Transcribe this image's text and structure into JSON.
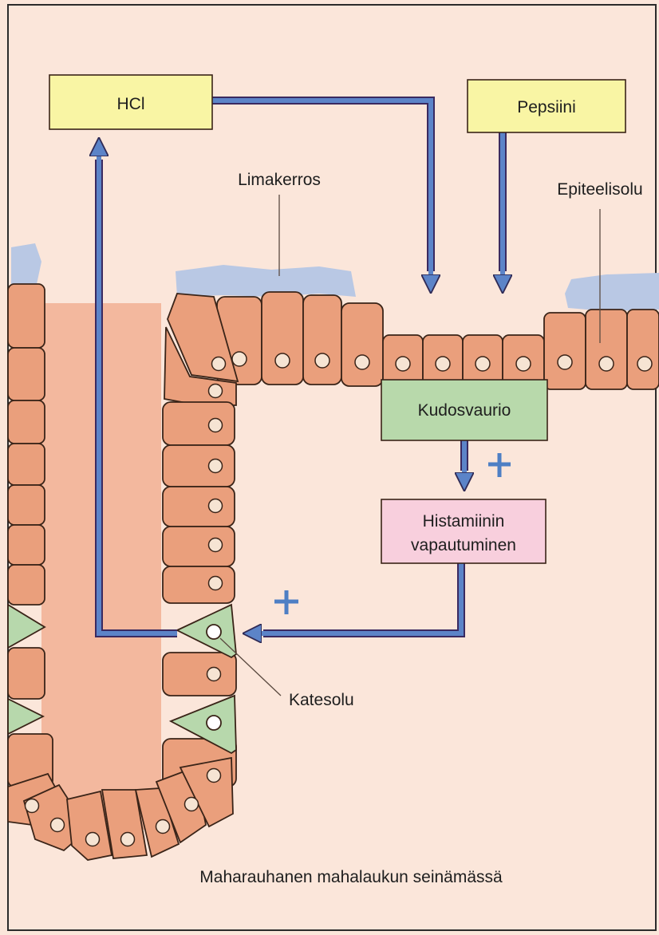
{
  "diagram": {
    "boxes": {
      "hcl": "HCl",
      "pepsin": "Pepsiini",
      "damage": "Kudosvaurio",
      "histamine_line1": "Histamiinin",
      "histamine_line2": "vapautuminen"
    },
    "labels": {
      "mucus": "Limakerros",
      "epithelial": "Epiteelisolu",
      "parietal": "Katesolu",
      "caption": "Maharauhanen mahalaukun seinämässä"
    },
    "signs": {
      "stimulation": "+"
    }
  },
  "colors": {
    "background": "#fbe6da",
    "cell_fill": "#ea9f7c",
    "parietal_fill": "#b7d8ac",
    "mucus": "#b9c8e4",
    "arrow": "#5c84c8",
    "box_yellow": "#f9f5a4",
    "box_green": "#b8d9ab",
    "box_pink": "#f8cfdd"
  }
}
